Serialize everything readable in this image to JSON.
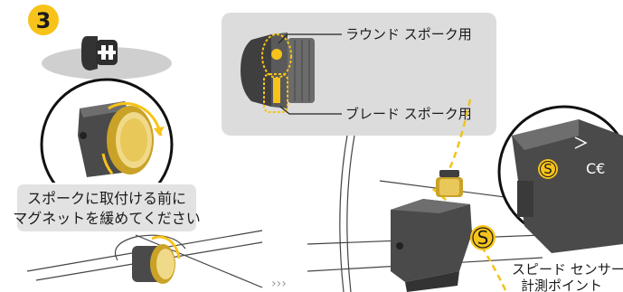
{
  "step": {
    "number": "3"
  },
  "note": {
    "line1": "スポークに取付ける前に",
    "line2": "マグネットを緩めてください"
  },
  "labels": {
    "round_spoke": "ラウンド スポーク用",
    "blade_spoke": "ブレード スポーク用",
    "speed_sensor_line1": "スピード センサー",
    "speed_sensor_line2": "計測ポイント"
  },
  "badges": {
    "s_small": "S",
    "s_large": "S",
    "ce_mark": "C€"
  },
  "colors": {
    "accent": "#f7c31a",
    "guide_line": "#f2c21b",
    "panel": "#dcdcdc",
    "device": "#4a4a4a",
    "device_light": "#6b6b6b"
  }
}
